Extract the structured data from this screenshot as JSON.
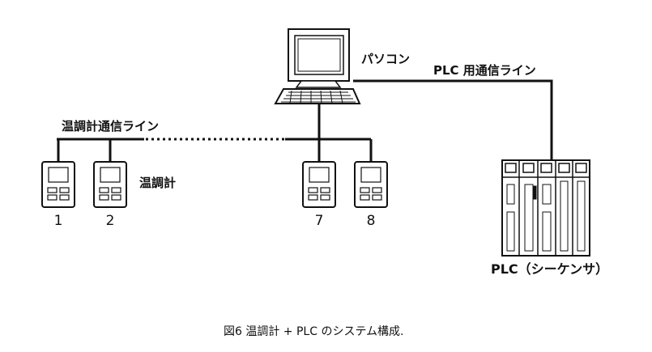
{
  "labels": {
    "pc": "パソコン",
    "plc_line": "PLC 用通信ライン",
    "temp_line": "温調計通信ライン",
    "temp_controller": "温調計",
    "plc": "PLC（シーケンサ）"
  },
  "controllers": [
    {
      "number": "1"
    },
    {
      "number": "2"
    },
    {
      "number": "7"
    },
    {
      "number": "8"
    }
  ],
  "caption": "図6 温調計 + PLC のシステム構成.",
  "colors": {
    "ink": "#111111",
    "paper": "#ffffff"
  }
}
